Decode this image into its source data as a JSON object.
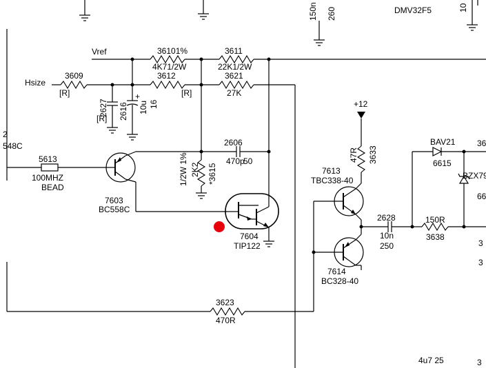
{
  "top_labels": {
    "top_150n": "150n",
    "top_260": "260",
    "top_dmv": "DMV32F5",
    "top_10": "10"
  },
  "nets": {
    "vref": "Vref",
    "hsize": "Hsize",
    "plus12": "+12"
  },
  "resistors": {
    "r3610": {
      "ref": "36101%",
      "value": "4K71/2W"
    },
    "r3611": {
      "ref": "3611",
      "value": "22K1/2W"
    },
    "r3612": {
      "ref": "3612",
      "value": "[R]"
    },
    "r3621": {
      "ref": "3621",
      "value": "27K"
    },
    "r3609": {
      "ref": "3609",
      "value": "[R]"
    },
    "r3615": {
      "ref": "*3615",
      "value": "2K2",
      "rating": "1/2W 1%"
    },
    "r3633": {
      "ref": "3633",
      "value": "47R"
    },
    "r3638": {
      "ref": "3638",
      "value": "150R"
    },
    "r3623": {
      "ref": "3623",
      "value": "470R"
    }
  },
  "capacitors": {
    "c2627": {
      "ref": "2627",
      "value": "[R]"
    },
    "c2616": {
      "ref": "2616",
      "value": "10u",
      "voltage": "16"
    },
    "c2606": {
      "ref": "2606",
      "value": "470p",
      "voltage": "50"
    },
    "c2628": {
      "ref": "2628",
      "value": "10n",
      "voltage": "250"
    }
  },
  "inductors": {
    "l5613": {
      "ref": "5613",
      "value": "100MHZ",
      "type": "BEAD"
    }
  },
  "transistors": {
    "t7603": {
      "ref": "7603",
      "part": "BC558C"
    },
    "t7604": {
      "ref": "7604",
      "part": "TIP122"
    },
    "t7613": {
      "ref": "7613",
      "part": "TBC338-40"
    },
    "t7614": {
      "ref": "7614",
      "part": "BC328-40"
    }
  },
  "diodes": {
    "d6615": {
      "ref": "6615",
      "part": "BAV21"
    },
    "zener": {
      "part": "BZX79"
    }
  },
  "left_edge": {
    "ref": "2",
    "part": "548C"
  },
  "right_edge": {
    "r36": "36",
    "r66": "66",
    "r3": "3",
    "r3b": "3"
  },
  "bottom": {
    "c4u7": "4u7 25"
  },
  "annotation_colors": {
    "marker": "#e8000b"
  }
}
